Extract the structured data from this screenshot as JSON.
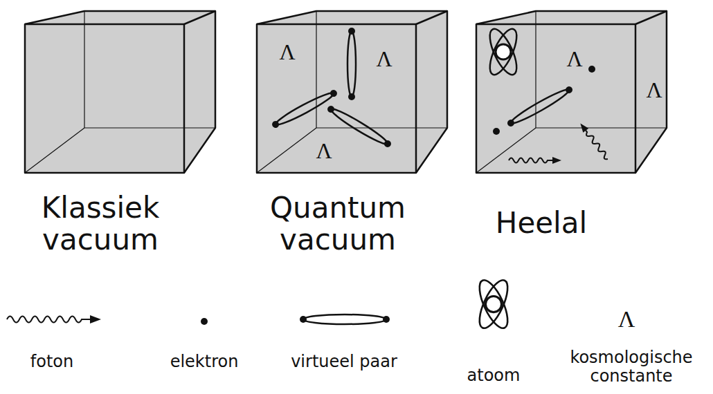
{
  "diagram": {
    "nodes": [
      {
        "text": [
          "Klassiek vacuum"
        ]
      },
      {
        "text": [
          "Quantum vacuum",
          "Λ",
          "Λ",
          "Λ"
        ]
      },
      {
        "text": [
          "Heelal",
          "Λ",
          "Λ"
        ]
      }
    ],
    "labels": [
      "Λ"
    ],
    "legend": [
      {
        "text": "foton"
      },
      {
        "text": "elektron"
      },
      {
        "text": "virtueel paar"
      },
      {
        "text": "atoom"
      },
      {
        "text": "kosmologische constante"
      }
    ]
  }
}
